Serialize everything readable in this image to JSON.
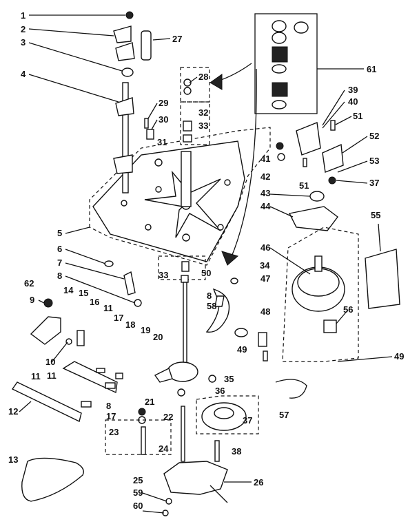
{
  "diagram": {
    "labels": [
      "1",
      "2",
      "3",
      "4",
      "5",
      "6",
      "7",
      "8",
      "9",
      "10",
      "11",
      "12",
      "13",
      "14",
      "15",
      "16",
      "11",
      "17",
      "18",
      "19",
      "20",
      "21",
      "22",
      "23",
      "24",
      "25",
      "26",
      "27",
      "28",
      "29",
      "30",
      "31",
      "32",
      "33",
      "33",
      "34",
      "35",
      "36",
      "37",
      "38",
      "39",
      "40",
      "41",
      "42",
      "43",
      "44",
      "46",
      "47",
      "48",
      "49",
      "49",
      "50",
      "51",
      "51",
      "52",
      "53",
      "37",
      "55",
      "56",
      "57",
      "58",
      "59",
      "60",
      "61",
      "62",
      "8",
      "17",
      "8",
      "11"
    ]
  }
}
